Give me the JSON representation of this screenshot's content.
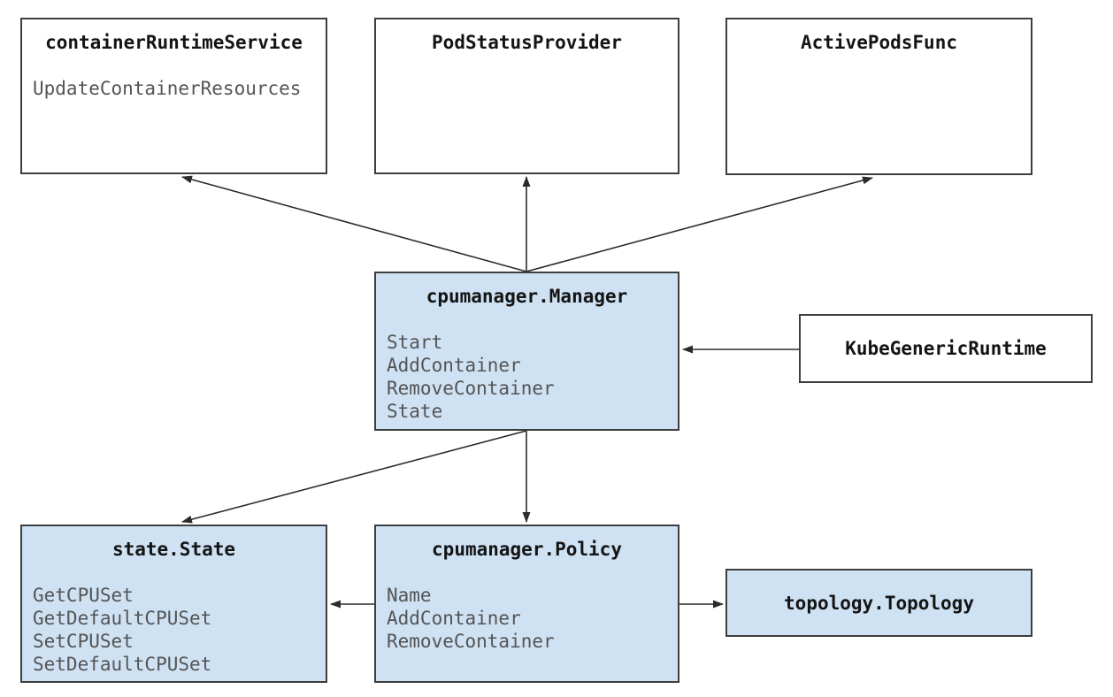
{
  "diagram": {
    "background": "#ffffff",
    "colors": {
      "box_fill_white": "#ffffff",
      "box_fill_blue": "#cfe2f3",
      "box_border": "#3e3e3e",
      "title_color": "#141414",
      "method_color": "#545454",
      "arrow_color": "#2b2b2b"
    },
    "boxes": [
      {
        "title": "containerRuntimeService",
        "variant": "white",
        "methods": [
          "UpdateContainerResources"
        ]
      },
      {
        "title": "PodStatusProvider",
        "variant": "white",
        "methods": []
      },
      {
        "title": "ActivePodsFunc",
        "variant": "white",
        "methods": []
      },
      {
        "title": "cpumanager.Manager",
        "variant": "blue",
        "methods": [
          "Start",
          "AddContainer",
          "RemoveContainer",
          "State"
        ]
      },
      {
        "title": "KubeGenericRuntime",
        "variant": "white",
        "methods": []
      },
      {
        "title": "state.State",
        "variant": "blue",
        "methods": [
          "GetCPUSet",
          "GetDefaultCPUSet",
          "SetCPUSet",
          "SetDefaultCPUSet"
        ]
      },
      {
        "title": "cpumanager.Policy",
        "variant": "blue",
        "methods": [
          "Name",
          "AddContainer",
          "RemoveContainer"
        ]
      },
      {
        "title": "topology.Topology",
        "variant": "blue",
        "methods": []
      }
    ],
    "arrows": [
      {
        "from": "cpumanager.Manager",
        "to": "containerRuntimeService"
      },
      {
        "from": "cpumanager.Manager",
        "to": "PodStatusProvider"
      },
      {
        "from": "cpumanager.Manager",
        "to": "ActivePodsFunc"
      },
      {
        "from": "KubeGenericRuntime",
        "to": "cpumanager.Manager"
      },
      {
        "from": "cpumanager.Manager",
        "to": "cpumanager.Policy"
      },
      {
        "from": "cpumanager.Manager",
        "to": "state.State"
      },
      {
        "from": "cpumanager.Policy",
        "to": "state.State"
      },
      {
        "from": "cpumanager.Policy",
        "to": "topology.Topology"
      }
    ]
  }
}
